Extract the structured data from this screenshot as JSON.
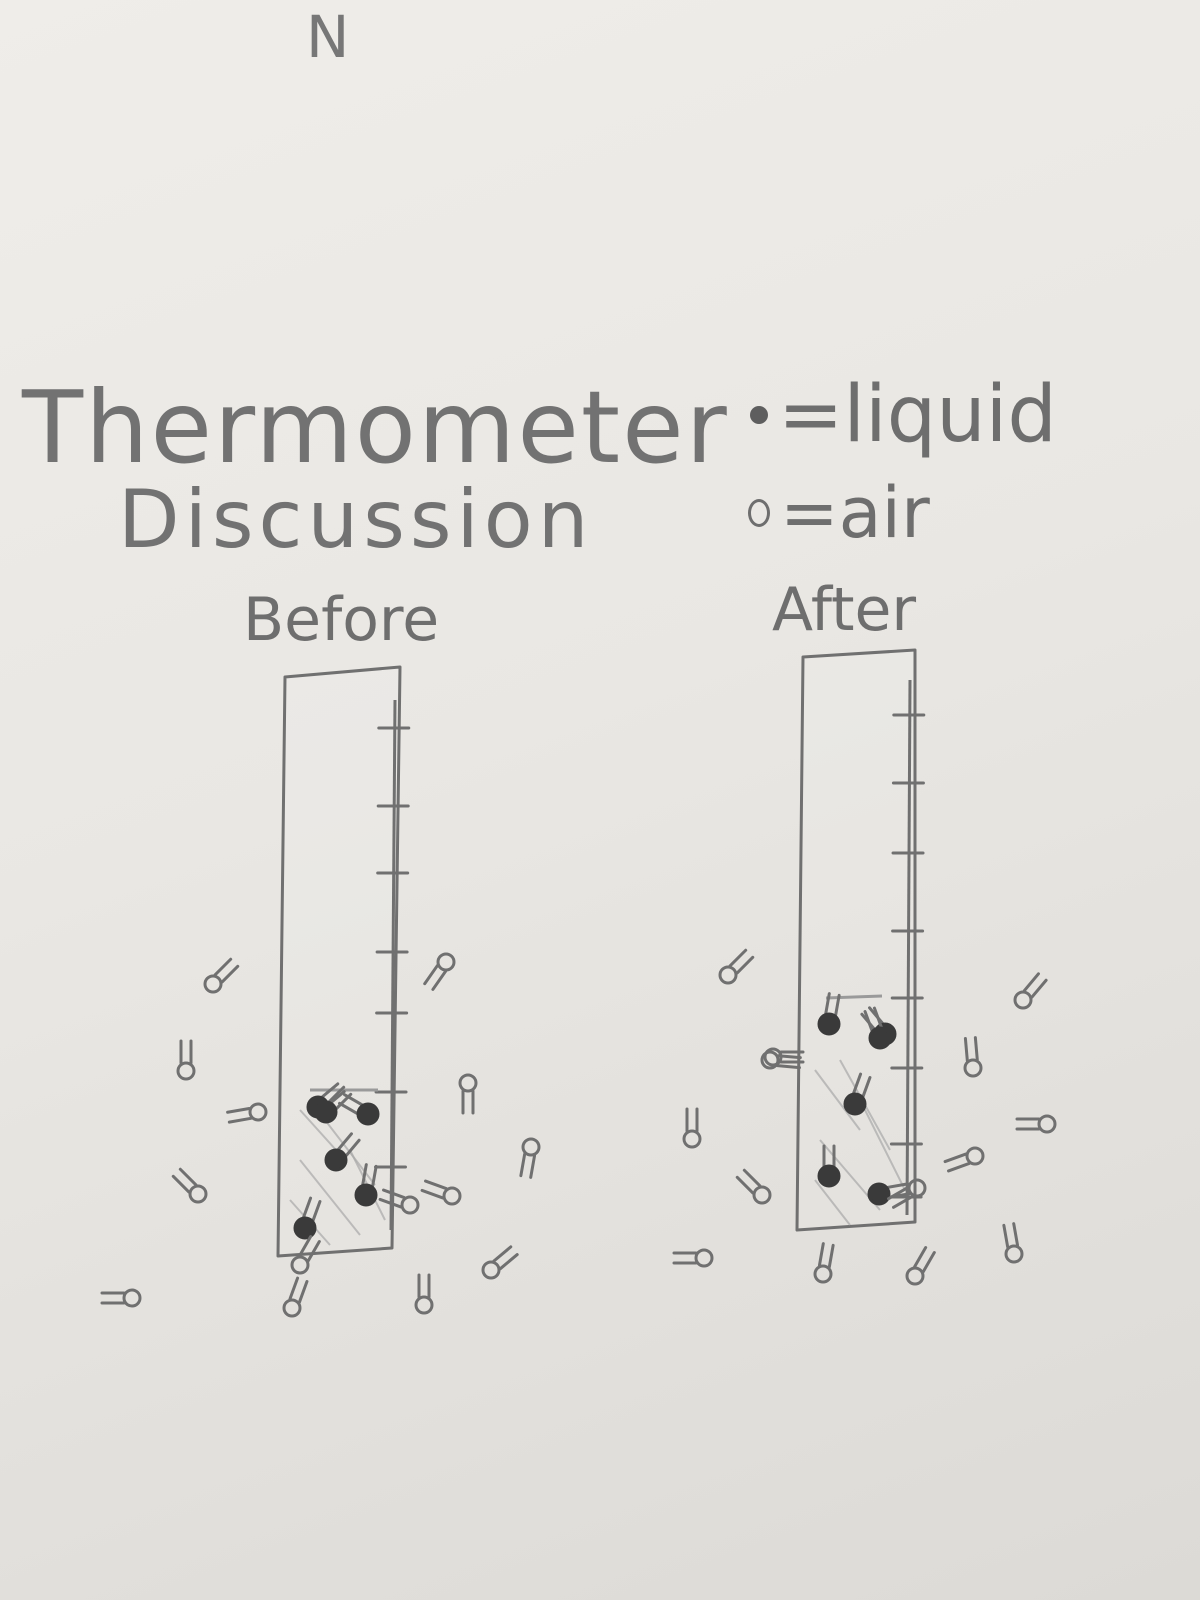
{
  "mark": "N",
  "title": {
    "line1": "Thermometer",
    "line2": "Discussion"
  },
  "legend": {
    "liquid": {
      "symbol": "filled-dot",
      "label": "=liquid"
    },
    "air": {
      "symbol": "open-circle",
      "label": "=air"
    }
  },
  "panels": {
    "before": {
      "label": "Before",
      "tick_marks": 7,
      "liquid_particles": 6,
      "air_particles": 14
    },
    "after": {
      "label": "After",
      "tick_marks": 8,
      "liquid_particles": 6,
      "air_particles": 14
    }
  },
  "colors": {
    "paper": "#ecebe7",
    "pencil": "#707070",
    "liquid": "#3a3a3a"
  }
}
